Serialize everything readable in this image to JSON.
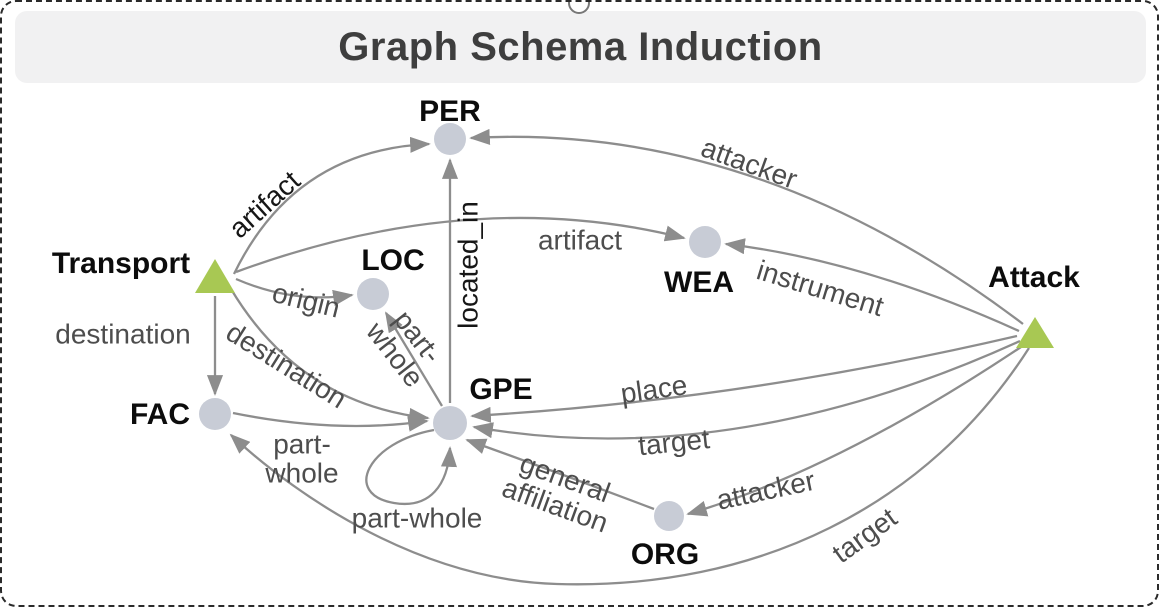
{
  "title": "Graph Schema Induction",
  "colors": {
    "entity_node_fill": "#c8ccd6",
    "event_node_fill": "#a8c853",
    "edge_stroke": "#8d8d8d",
    "edge_label": "#4d4d4d",
    "edge_label_dark": "#161616",
    "node_label": "#0c0c0c",
    "title_bg": "#f1f1f2",
    "title_text": "#3e3e3e",
    "border": "#2a2a2a"
  },
  "nodes": {
    "per": {
      "label": "PER",
      "shape": "circle"
    },
    "loc": {
      "label": "LOC",
      "shape": "circle"
    },
    "wea": {
      "label": "WEA",
      "shape": "circle"
    },
    "gpe": {
      "label": "GPE",
      "shape": "circle"
    },
    "fac": {
      "label": "FAC",
      "shape": "circle"
    },
    "org": {
      "label": "ORG",
      "shape": "circle"
    },
    "transport": {
      "label": "Transport",
      "shape": "triangle"
    },
    "attack": {
      "label": "Attack",
      "shape": "triangle"
    }
  },
  "edges": {
    "transport_per": {
      "from": "Transport",
      "to": "PER",
      "label": "artifact"
    },
    "transport_wea": {
      "from": "Transport",
      "to": "WEA",
      "label": "artifact"
    },
    "transport_loc": {
      "from": "Transport",
      "to": "LOC",
      "label": "origin"
    },
    "transport_fac": {
      "from": "Transport",
      "to": "FAC",
      "label": "destination"
    },
    "transport_gpe": {
      "from": "Transport",
      "to": "GPE",
      "label": "destination"
    },
    "gpe_per": {
      "from": "GPE",
      "to": "PER",
      "label": "located_in"
    },
    "gpe_loc": {
      "from": "GPE",
      "to": "LOC",
      "label": "part-whole",
      "label_lines": [
        "part-",
        "whole"
      ]
    },
    "fac_gpe": {
      "from": "FAC",
      "to": "GPE",
      "label": "part-whole",
      "label_lines": [
        "part-",
        "whole"
      ]
    },
    "gpe_self": {
      "from": "GPE",
      "to": "GPE",
      "label": "part-whole"
    },
    "attack_per": {
      "from": "Attack",
      "to": "PER",
      "label": "attacker"
    },
    "attack_wea": {
      "from": "Attack",
      "to": "WEA",
      "label": "instrument"
    },
    "attack_gpe_place": {
      "from": "Attack",
      "to": "GPE",
      "label": "place"
    },
    "attack_gpe_target": {
      "from": "Attack",
      "to": "GPE",
      "label": "target"
    },
    "attack_org": {
      "from": "Attack",
      "to": "ORG",
      "label": "attacker"
    },
    "attack_fac": {
      "from": "Attack",
      "to": "FAC",
      "label": "target"
    },
    "org_gpe": {
      "from": "ORG",
      "to": "GPE",
      "label": "general affiliation",
      "label_lines": [
        "general",
        "affiliation"
      ]
    }
  }
}
